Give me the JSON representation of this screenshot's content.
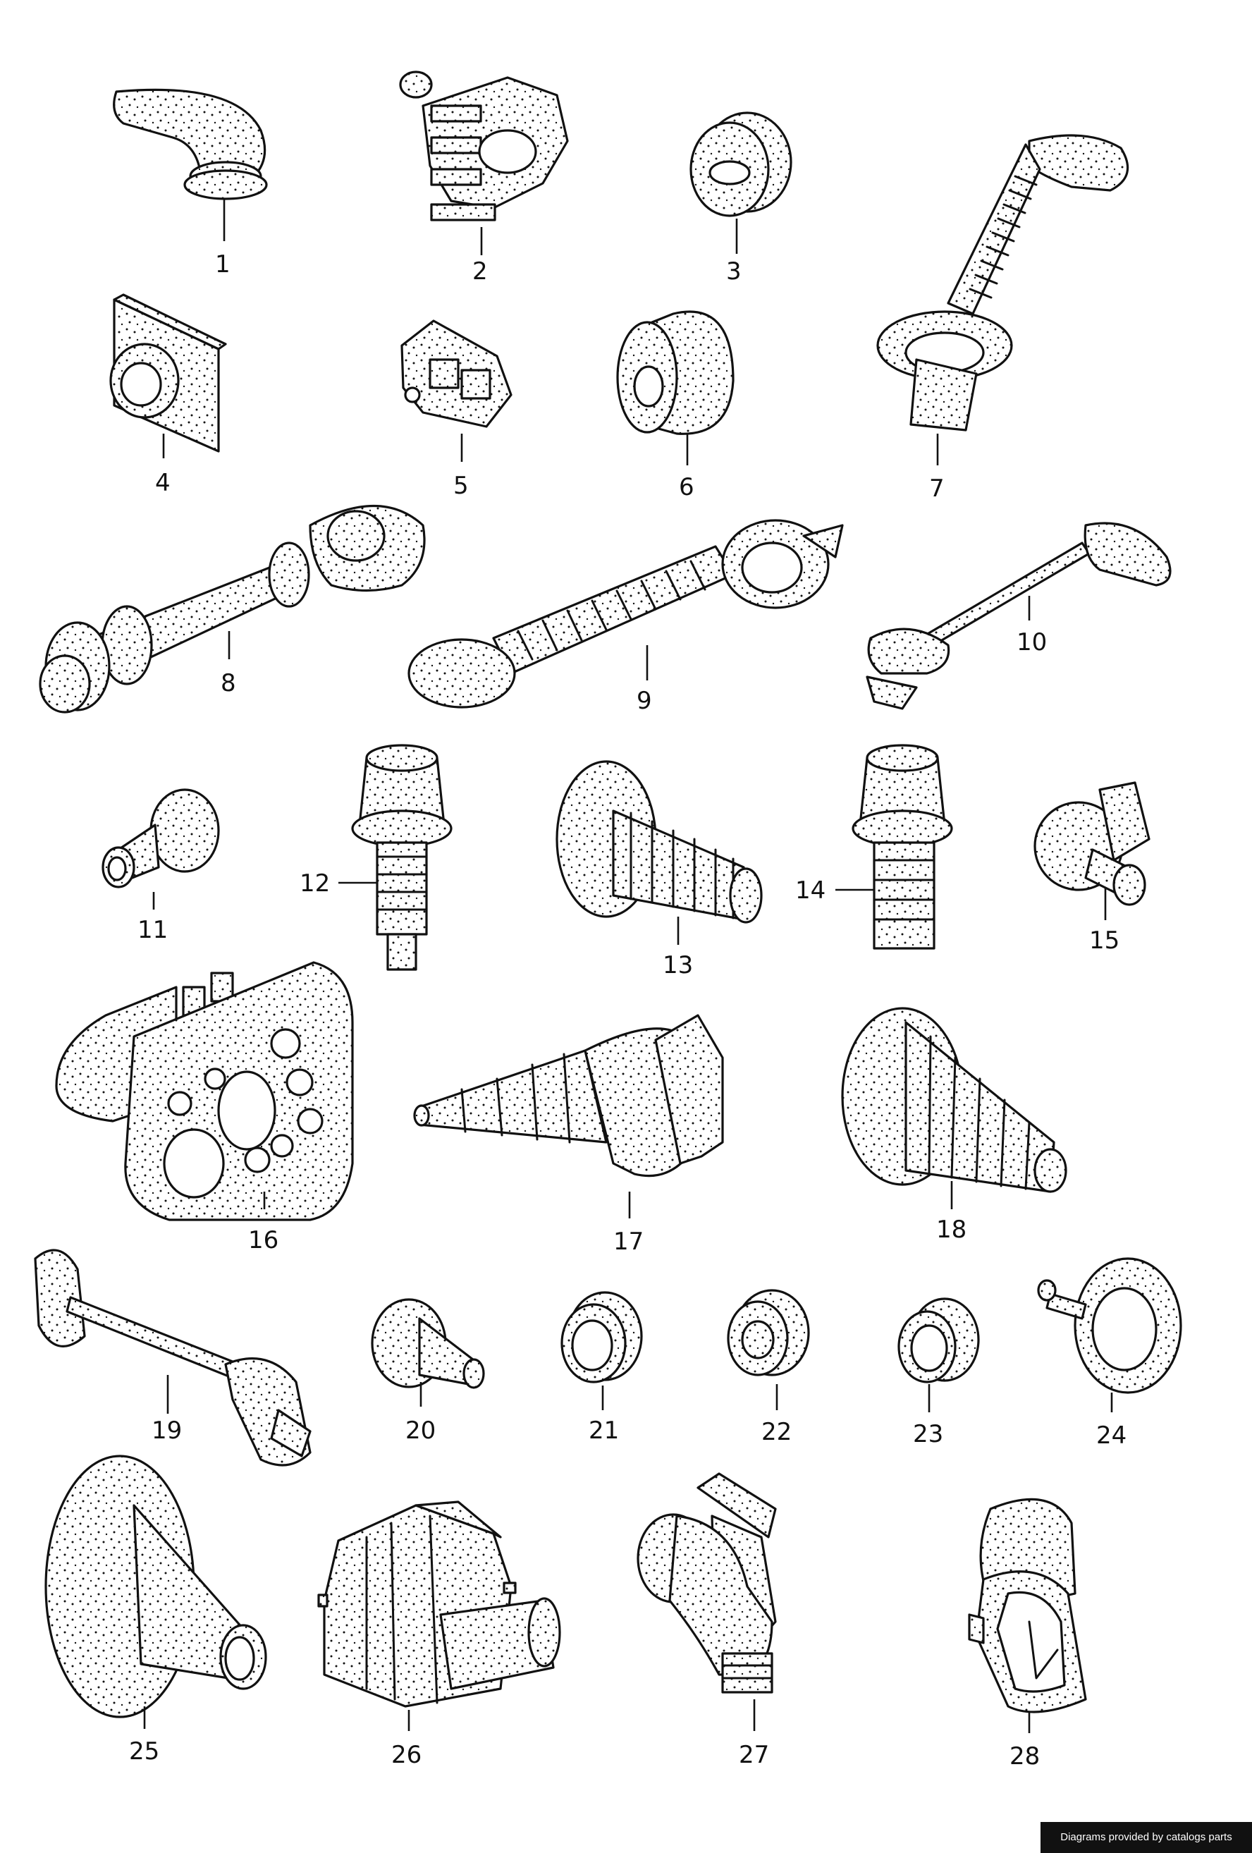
{
  "colors": {
    "ink": "#111111",
    "paper": "#ffffff",
    "credit_bg": "#111111",
    "credit_text": "#ffffff"
  },
  "labels": {
    "p1": "1",
    "p2": "2",
    "p3": "3",
    "p4": "4",
    "p5": "5",
    "p6": "6",
    "p7": "7",
    "p8": "8",
    "p9": "9",
    "p10": "10",
    "p11": "11",
    "p12": "12",
    "p13": "13",
    "p14": "14",
    "p15": "15",
    "p16": "16",
    "p17": "17",
    "p18": "18",
    "p19": "19",
    "p20": "20",
    "p21": "21",
    "p22": "22",
    "p23": "23",
    "p24": "24",
    "p25": "25",
    "p26": "26",
    "p27": "27",
    "p28": "28"
  },
  "credit": "Diagrams provided by catalogs parts"
}
